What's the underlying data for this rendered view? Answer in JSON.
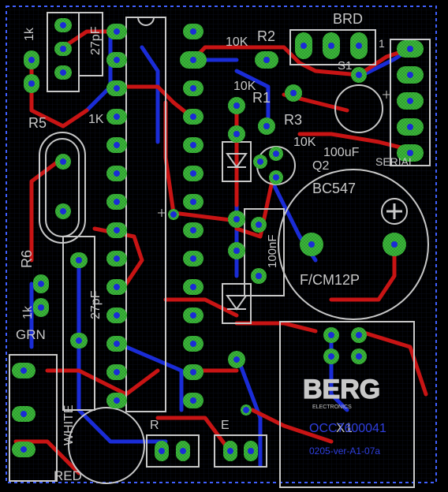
{
  "labels": {
    "brd": "BRD",
    "r2": "R2",
    "r2_value": "10K",
    "r1": "R1",
    "r1_value": "10K",
    "r3": "R3",
    "r3_value": "10K",
    "r5": "R5",
    "r5_value": "1K",
    "r6": "R6",
    "r6_value": "1k",
    "r7_value": "1k",
    "c_top": "27pF",
    "c_bottom": "27pF",
    "c_100uf": "100uF",
    "c_100nf": "100nF",
    "q2": "Q2",
    "q2_type": "BC547",
    "buzzer": "F/CM12P",
    "grn": "GRN",
    "white": "WHITE",
    "red": "RED",
    "conn_r": "R",
    "conn_e": "E",
    "x1": "X1",
    "berg": "BERG",
    "berg_sub": "ELECTRONICS",
    "part_number": "OCC7600041",
    "date_line": "0205-ver-A1-07a",
    "sw": "S1",
    "serial": "SERIAL",
    "pin1": "1"
  },
  "colors": {
    "background": "#000000",
    "top_copper": "#c81414",
    "bottom_copper": "#1a2cd6",
    "pad": "#3cbc3c",
    "silkscreen": "#c8c8c8",
    "board_outline": "#4060ff"
  }
}
